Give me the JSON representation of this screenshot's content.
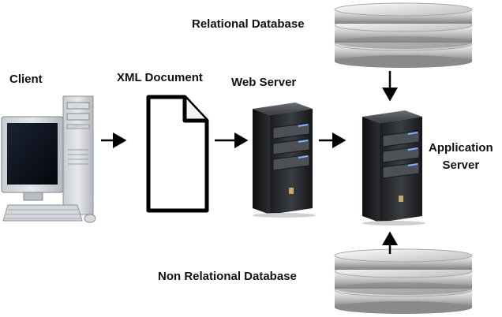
{
  "diagram": {
    "labels": {
      "client": "Client",
      "xml_document": "XML Document",
      "web_server": "Web Server",
      "application_server_line1": "Application",
      "application_server_line2": "Server",
      "relational_database": "Relational Database",
      "non_relational_database": "Non Relational Database"
    },
    "flows": [
      {
        "from": "client",
        "to": "xml_document"
      },
      {
        "from": "xml_document",
        "to": "web_server"
      },
      {
        "from": "web_server",
        "to": "application_server"
      },
      {
        "from": "relational_database",
        "to": "application_server"
      },
      {
        "from": "non_relational_database",
        "to": "application_server"
      }
    ],
    "icons": [
      "desktop-computer-icon",
      "document-icon",
      "server-tower-icon",
      "database-disk-stack-icon"
    ]
  }
}
